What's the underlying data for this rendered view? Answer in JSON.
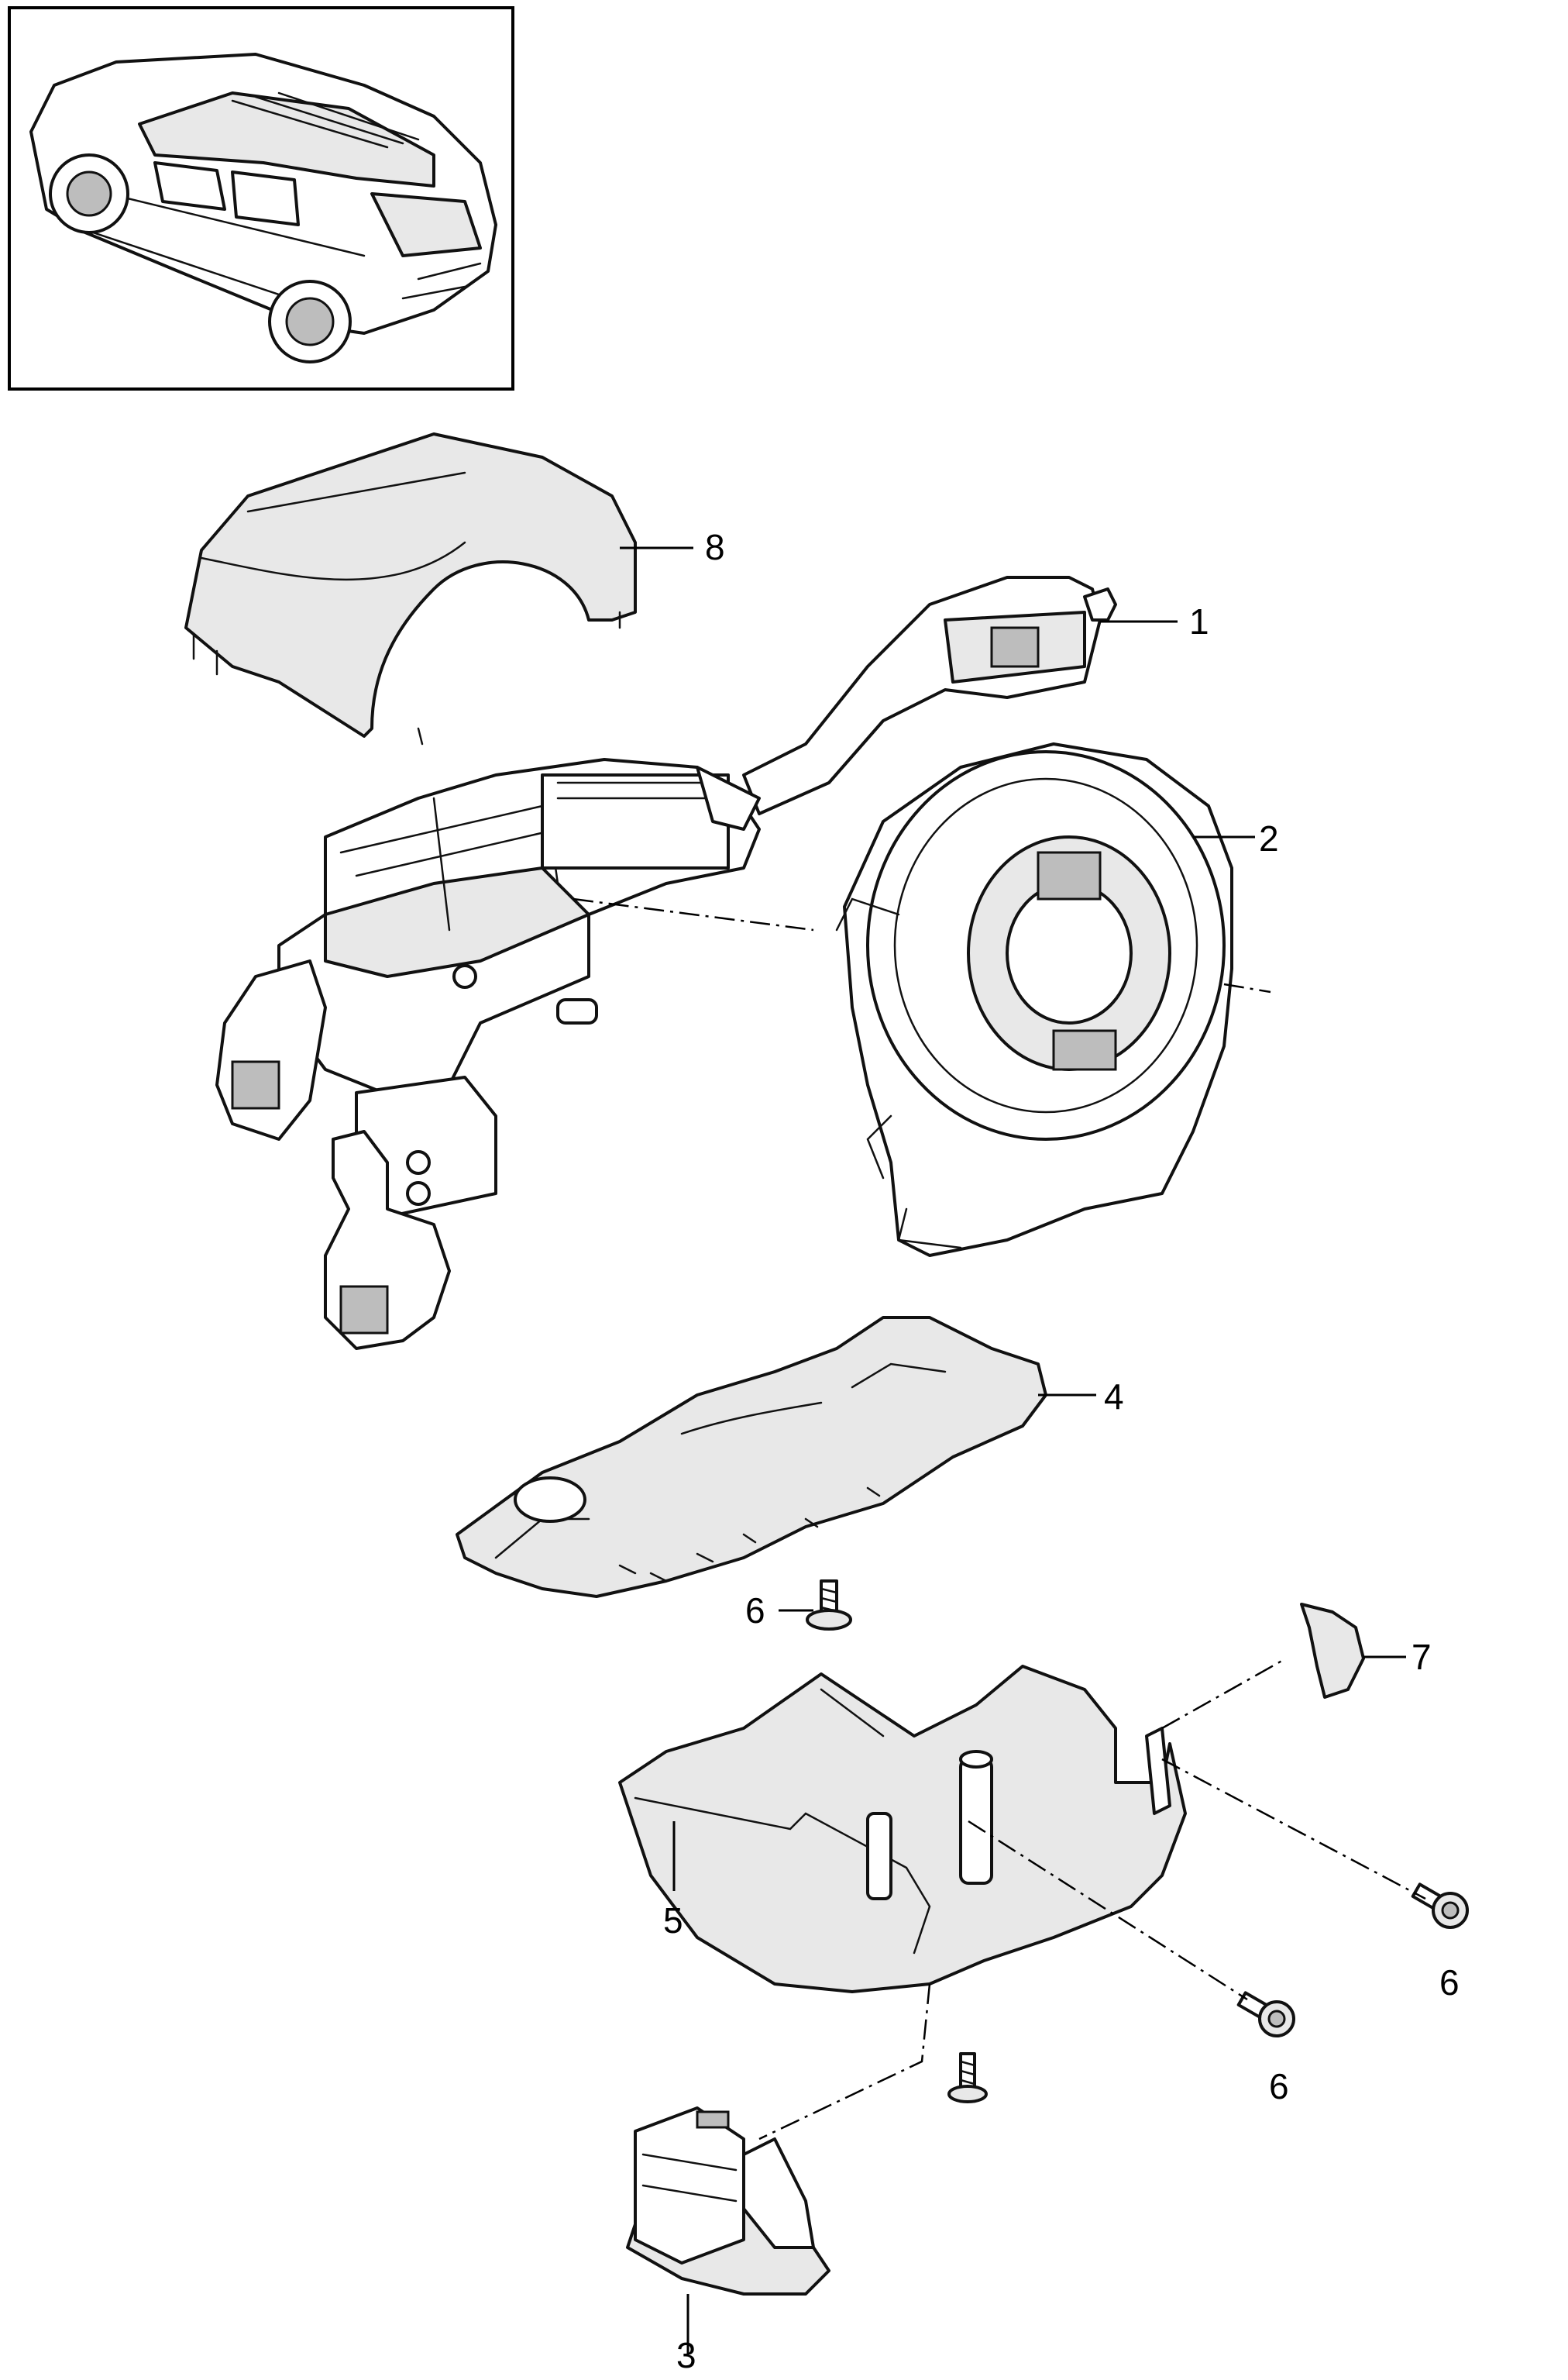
{
  "diagram": {
    "callouts": [
      {
        "id": "1",
        "label": "1"
      },
      {
        "id": "2",
        "label": "2"
      },
      {
        "id": "3",
        "label": "3"
      },
      {
        "id": "4",
        "label": "4"
      },
      {
        "id": "5",
        "label": "5"
      },
      {
        "id": "6a",
        "label": "6"
      },
      {
        "id": "6b",
        "label": "6"
      },
      {
        "id": "6c",
        "label": "6"
      },
      {
        "id": "7",
        "label": "7"
      },
      {
        "id": "8",
        "label": "8"
      }
    ],
    "colors": {
      "line": "#000000",
      "shade": "#e8e8e8",
      "dark": "#bdbdbd",
      "background": "#ffffff"
    }
  }
}
